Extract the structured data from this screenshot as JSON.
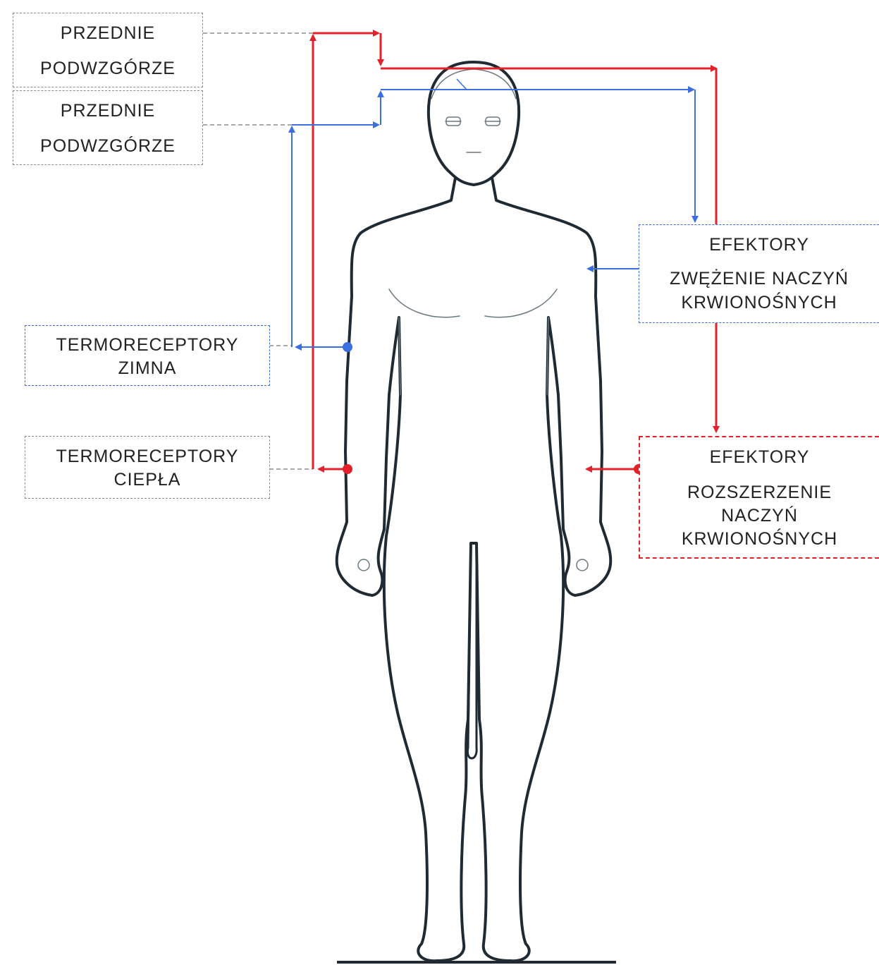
{
  "boxes": {
    "hypothalamus_top": {
      "line1": "PRZEDNIE",
      "line2": "PODWZGÓRZE"
    },
    "hypothalamus_bottom": {
      "line1": "PRZEDNIE",
      "line2": "PODWZGÓRZE"
    },
    "cold_receptors": {
      "line1": "TERMORECEPTORY",
      "line2": "ZIMNA"
    },
    "warm_receptors": {
      "line1": "TERMORECEPTORY",
      "line2": "CIEPŁA"
    },
    "effectors_constriction": {
      "line1": "EFEKTORY",
      "line2": "ZWĘŻENIE NACZYŃ",
      "line3": "KRWIONOŚNYCH"
    },
    "effectors_dilation": {
      "line1": "EFEKTORY",
      "line2": "ROZSZERZENIE",
      "line3": "NACZYŃ",
      "line4": "KRWIONOŚNYCH"
    }
  },
  "colors": {
    "cold_pathway": "#3b6fe0",
    "warm_pathway": "#e3212b",
    "body_outline": "#1f2a33",
    "connector": "#8c8c8c"
  },
  "icons": {
    "body": "human-body-outline",
    "receptor": "receptor-dot",
    "arrow": "arrow-head"
  }
}
